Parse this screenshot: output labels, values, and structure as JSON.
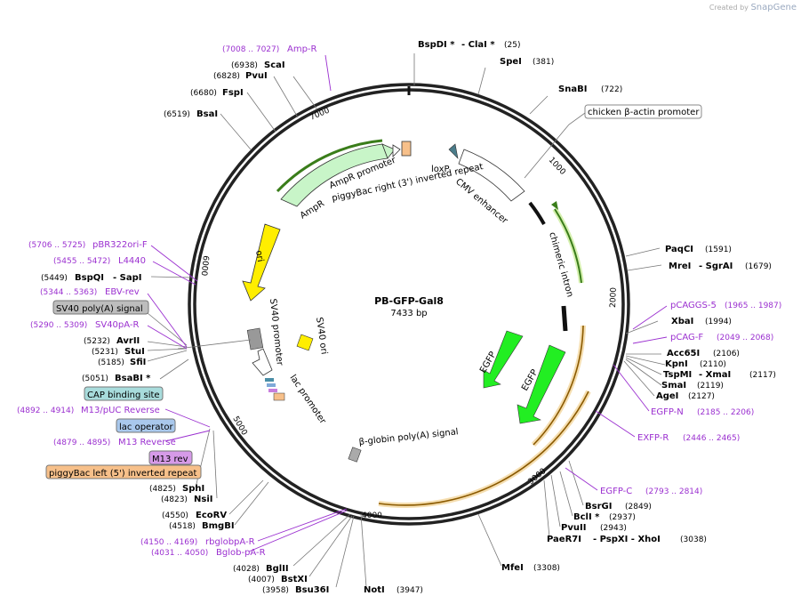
{
  "credit": {
    "prefix": "Created by",
    "brand": "SnapGene"
  },
  "plasmid": {
    "name": "PB-GFP-Gal8",
    "length": "7433 bp"
  },
  "ticks": [
    "1000",
    "2000",
    "3000",
    "4000",
    "5000",
    "6000",
    "7000"
  ],
  "features": [
    {
      "label": "chicken β-actin promoter",
      "boxed": true
    },
    {
      "label": "CMV enhancer"
    },
    {
      "label": "loxP"
    },
    {
      "label": "piggyBac right (3') inverted repeat"
    },
    {
      "label": "AmpR promoter"
    },
    {
      "label": "AmpR"
    },
    {
      "label": "ori"
    },
    {
      "label": "SV40 promoter"
    },
    {
      "label": "SV40 ori"
    },
    {
      "label": "lac promoter"
    },
    {
      "label": "chimeric intron"
    },
    {
      "label": "EGFP"
    },
    {
      "label": "EGFP"
    },
    {
      "label": "β-globin poly(A) signal"
    }
  ],
  "sites_right": [
    {
      "name": "BspDI *",
      "extra": "- ClaI *",
      "pos": "(25)"
    },
    {
      "name": "SpeI",
      "pos": "(381)"
    },
    {
      "name": "SnaBI",
      "pos": "(722)"
    },
    {
      "name": "PaqCI",
      "pos": "(1591)"
    },
    {
      "name": "MreI",
      "extra": "- SgrAI",
      "pos": "(1679)"
    },
    {
      "name": "pCAGGS-5",
      "pos": "(1965 .. 1987)",
      "primer": true
    },
    {
      "name": "XbaI",
      "pos": "(1994)"
    },
    {
      "name": "pCAG-F",
      "pos": "(2049 .. 2068)",
      "primer": true
    },
    {
      "name": "Acc65I",
      "pos": "(2106)"
    },
    {
      "name": "KpnI",
      "pos": "(2110)"
    },
    {
      "name": "TspMI",
      "extra": "- XmaI",
      "pos": "(2117)"
    },
    {
      "name": "SmaI",
      "pos": "(2119)"
    },
    {
      "name": "AgeI",
      "pos": "(2127)"
    },
    {
      "name": "EGFP-N",
      "pos": "(2185 .. 2206)",
      "primer": true
    },
    {
      "name": "EXFP-R",
      "pos": "(2446 .. 2465)",
      "primer": true
    },
    {
      "name": "EGFP-C",
      "pos": "(2793 .. 2814)",
      "primer": true
    },
    {
      "name": "BsrGI",
      "pos": "(2849)"
    },
    {
      "name": "BclI *",
      "pos": "(2937)"
    },
    {
      "name": "PvuII",
      "pos": "(2943)"
    },
    {
      "name": "PaeR7I",
      "extra": "- PspXI  - XhoI",
      "pos": "(3038)"
    },
    {
      "name": "MfeI",
      "pos": "(3308)"
    },
    {
      "name": "NotI",
      "pos": "(3947)"
    }
  ],
  "sites_left": [
    {
      "name": "Amp-R",
      "pos": "(7008 .. 7027)",
      "primer": true
    },
    {
      "name": "ScaI",
      "pos": "(6938)"
    },
    {
      "name": "PvuI",
      "pos": "(6828)"
    },
    {
      "name": "FspI",
      "pos": "(6680)"
    },
    {
      "name": "BsaI",
      "pos": "(6519)"
    },
    {
      "name": "pBR322ori-F",
      "pos": "(5706 .. 5725)",
      "primer": true
    },
    {
      "name": "L4440",
      "pos": "(5455 .. 5472)",
      "primer": true
    },
    {
      "name": "BspQI",
      "extra": "- SapI",
      "pos": "(5449)"
    },
    {
      "name": "EBV-rev",
      "pos": "(5344 .. 5363)",
      "primer": true
    },
    {
      "name": "SV40 poly(A) signal",
      "box": "gray"
    },
    {
      "name": "SV40pA-R",
      "pos": "(5290 .. 5309)",
      "primer": true
    },
    {
      "name": "AvrII",
      "pos": "(5232)"
    },
    {
      "name": "StuI",
      "pos": "(5231)"
    },
    {
      "name": "SfiI",
      "pos": "(5185)"
    },
    {
      "name": "BsaBI *",
      "pos": "(5051)"
    },
    {
      "name": "CAP binding site",
      "box": "teal"
    },
    {
      "name": "M13/pUC Reverse",
      "pos": "(4892 .. 4914)",
      "primer": true
    },
    {
      "name": "lac operator",
      "box": "blue"
    },
    {
      "name": "M13 Reverse",
      "pos": "(4879 .. 4895)",
      "primer": true
    },
    {
      "name": "M13 rev",
      "box": "purple"
    },
    {
      "name": "piggyBac left (5') inverted repeat",
      "box": "orange"
    },
    {
      "name": "SphI",
      "pos": "(4825)"
    },
    {
      "name": "NsiI",
      "pos": "(4823)"
    },
    {
      "name": "EcoRV",
      "pos": "(4550)"
    },
    {
      "name": "BmgBI",
      "pos": "(4518)"
    },
    {
      "name": "rbglobpA-R",
      "pos": "(4150 .. 4169)",
      "primer": true
    },
    {
      "name": "Bglob-pA-R",
      "pos": "(4031 .. 4050)",
      "primer": true
    },
    {
      "name": "BglII",
      "pos": "(4028)"
    },
    {
      "name": "BstXI",
      "pos": "(4007)"
    },
    {
      "name": "Bsu36I",
      "pos": "(3958)"
    }
  ]
}
